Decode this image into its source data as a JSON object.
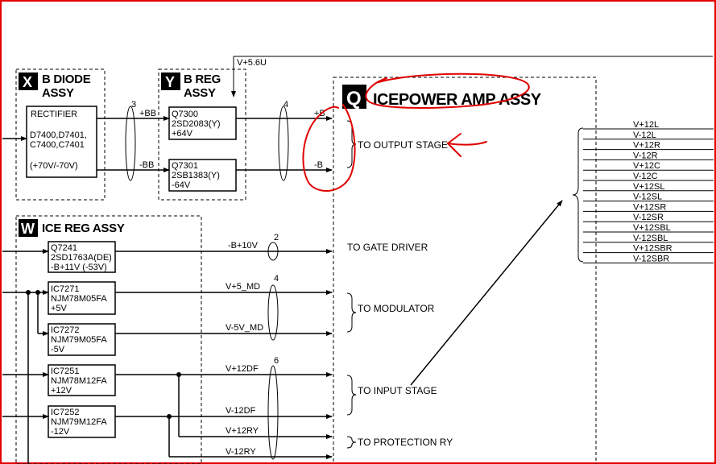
{
  "supply_label": "V+5.6U",
  "assy_x": {
    "badge": "X",
    "title_line1": "B DIODE",
    "title_line2": "ASSY",
    "block": {
      "line1": "RECTIFIER",
      "line2": "D7400,D7401,",
      "line3": "C7400,C7401",
      "line4": "(+70V/-70V)"
    }
  },
  "assy_y": {
    "badge": "Y",
    "title_line1": "B REG",
    "title_line2": "ASSY",
    "q7300": {
      "line1": "Q7300",
      "line2": "2SD2083(Y)",
      "line3": "+64V"
    },
    "q7301": {
      "line1": "Q7301",
      "line2": "2SB1383(Y)",
      "line3": "-64V"
    }
  },
  "assy_w": {
    "badge": "W",
    "title": "ICE REG ASSY",
    "q7241": {
      "line1": "Q7241",
      "line2": "2SD1763A(DE)",
      "line3": "-B+11V (-53V)"
    },
    "ic7271": {
      "line1": "IC7271",
      "line2": "NJM78M05FA",
      "line3": "+5V"
    },
    "ic7272": {
      "line1": "IC7272",
      "line2": "NJM79M05FA",
      "line3": "-5V"
    },
    "ic7251": {
      "line1": "IC7251",
      "line2": "NJM78M12FA",
      "line3": "+12V"
    },
    "ic7252": {
      "line1": "IC7252",
      "line2": "NJM79M12FA",
      "line3": "-12V"
    }
  },
  "assy_q": {
    "badge": "Q",
    "title": "ICEPOWER AMP ASSY"
  },
  "wires": {
    "plus_bb": "+BB",
    "minus_bb": "-BB",
    "bundle3": "3",
    "bundle4a": "4",
    "plus_b": "+B",
    "minus_b": "-B",
    "minus_b_10v": "-B+10V",
    "bundle2": "2",
    "v5_md": "V+5_MD",
    "vm5_md": "V-5V_MD",
    "bundle4b": "4",
    "v12df": "V+12DF",
    "vm12df": "V-12DF",
    "v12ry": "V+12RY",
    "vm12ry": "V-12RY",
    "bundle6": "6"
  },
  "destinations": {
    "output_stage": "TO OUTPUT STAGE",
    "gate_driver": "TO GATE DRIVER",
    "modulator": "TO MODULATOR",
    "input_stage": "TO INPUT STAGE",
    "protection": "TO PROTECTION RY"
  },
  "rail_list": [
    "V+12L",
    "V-12L",
    "V+12R",
    "V-12R",
    "V+12C",
    "V-12C",
    "V+12SL",
    "V-12SL",
    "V+12SR",
    "V-12SR",
    "V+12SBL",
    "V-12SBL",
    "V+12SBR",
    "V-12SBR"
  ],
  "colors": {
    "annotation": "#e00000",
    "line": "#000000"
  }
}
